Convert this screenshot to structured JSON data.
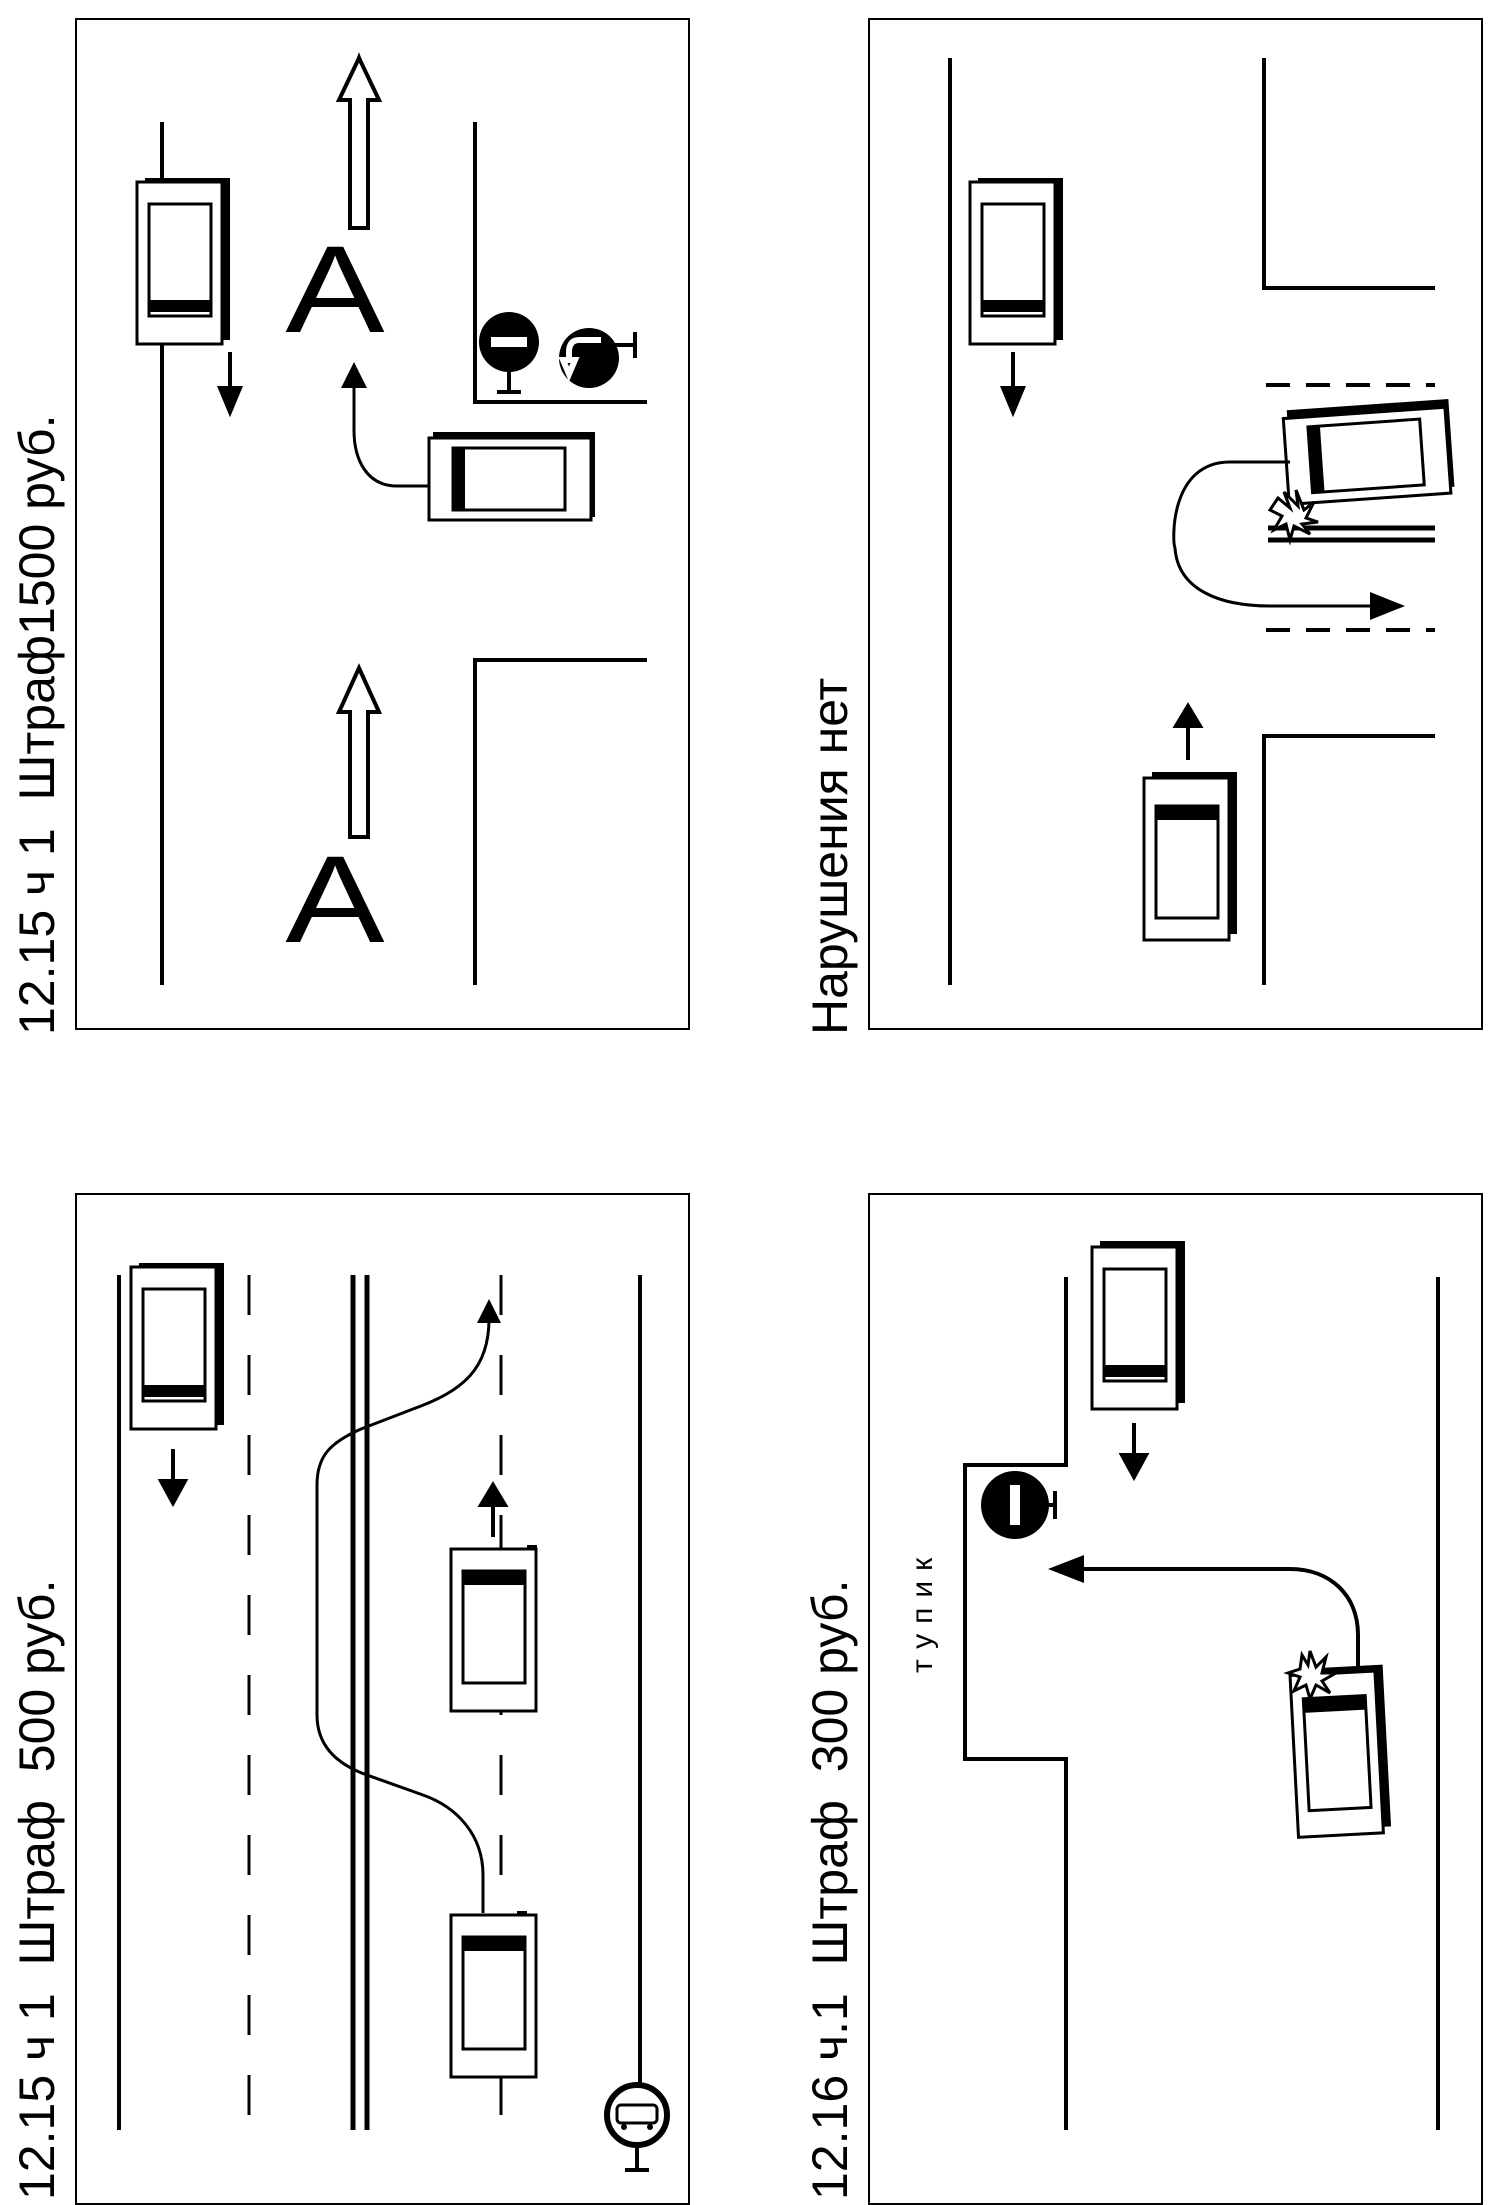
{
  "captions": {
    "top_left": "12.15 ч 1  Штраф1500 руб.",
    "top_right": "Нарушения нет",
    "bottom_left": "12.15 ч 1  Штраф  500 руб.",
    "bottom_right": "12.16 ч.1  Штраф  300 руб."
  },
  "labels": {
    "sign_letter": "A",
    "dead_end": "тупик"
  },
  "icons": {
    "no_entry_sign": "no-entry-sign-icon",
    "no_u_turn_sign": "no-u-turn-sign-icon",
    "car": "car-icon",
    "bus_stop_sign": "bus-stop-sign-icon",
    "collision": "collision-icon"
  },
  "colors": {
    "ink": "#000000",
    "background": "#ffffff"
  }
}
